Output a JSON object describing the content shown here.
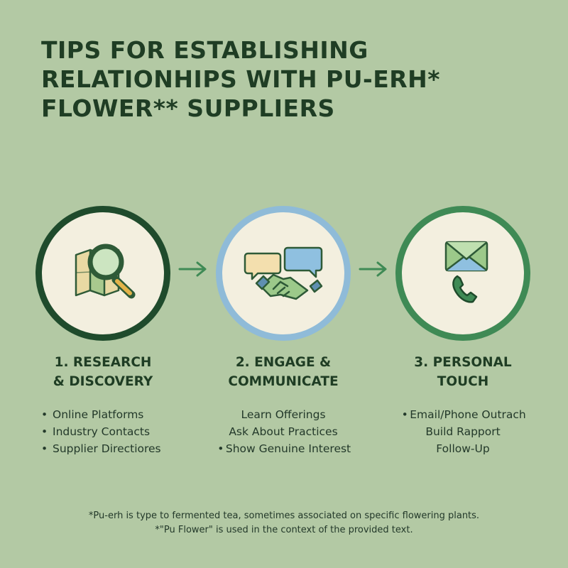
{
  "title": {
    "lines": [
      "TIPS FOR ESTABLISHING",
      "RELATIONHIPS WITH PU-ERH*",
      "FLOWER** SUPPLIERS"
    ]
  },
  "colors": {
    "background": "#b3c9a4",
    "title_text": "#1f3d24",
    "circle_fill": "#f3efdf",
    "ring_1": "#1f4b2c",
    "ring_2": "#8fbbd8",
    "ring_3": "#3f8a55",
    "arrow": "#3f8a55"
  },
  "steps": [
    {
      "icon": "map-magnifier-icon",
      "heading": [
        "1. RESEARCH",
        "& DISCOVERY"
      ],
      "items": [
        "Online Platforms",
        "Industry Contacts",
        "Supplier Directiores"
      ]
    },
    {
      "icon": "chat-handshake-icon",
      "heading": [
        "2. ENGAGE &",
        "COMMUNICATE"
      ],
      "items": [
        "Learn Offerings",
        "Ask About Practices",
        "Show Genuine Interest"
      ]
    },
    {
      "icon": "envelope-phone-icon",
      "heading": [
        "3. PERSONAL",
        "TOUCH"
      ],
      "items": [
        "Email/Phone Outrach",
        "Build Rapport",
        "Follow-Up"
      ]
    }
  ],
  "footnotes": [
    "*Pu-erh is type to fermented tea, sometimes associated on specific flowering plants.",
    "*\"Pu Flower\" is used in the context of the provided text."
  ]
}
